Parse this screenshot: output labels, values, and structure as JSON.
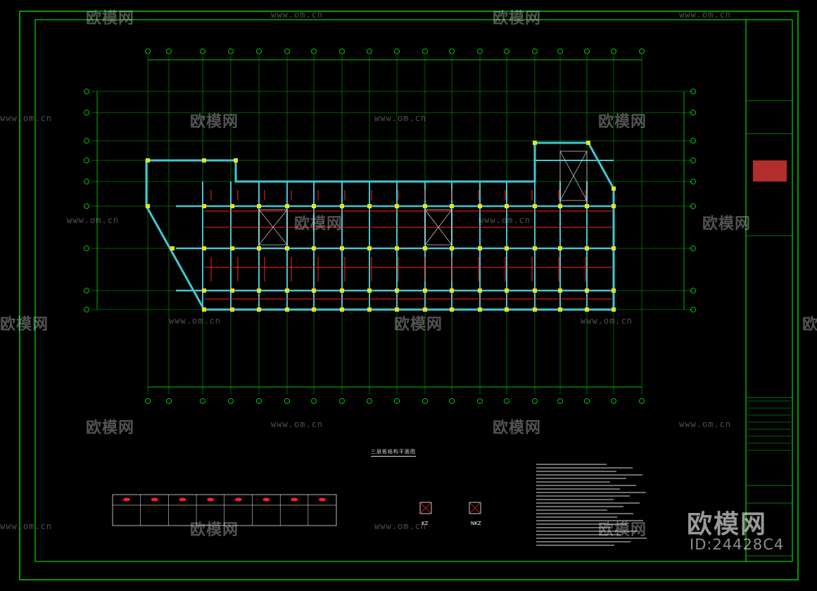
{
  "drawing": {
    "plan_title": "三层板结构平面图",
    "detail_labels": [
      "KZ",
      "NKZ"
    ],
    "id_text": "ID:24428C4"
  },
  "watermark": {
    "brand": "欧模网",
    "url": "www.om.cn",
    "logo_text": "欧模网"
  },
  "colors": {
    "background": "#000000",
    "border": "#00ff00",
    "axis": "#00ff00",
    "wall": "#40c8d0",
    "beam": "#ff2020",
    "column": "#e8e020",
    "text": "#ffffff"
  }
}
